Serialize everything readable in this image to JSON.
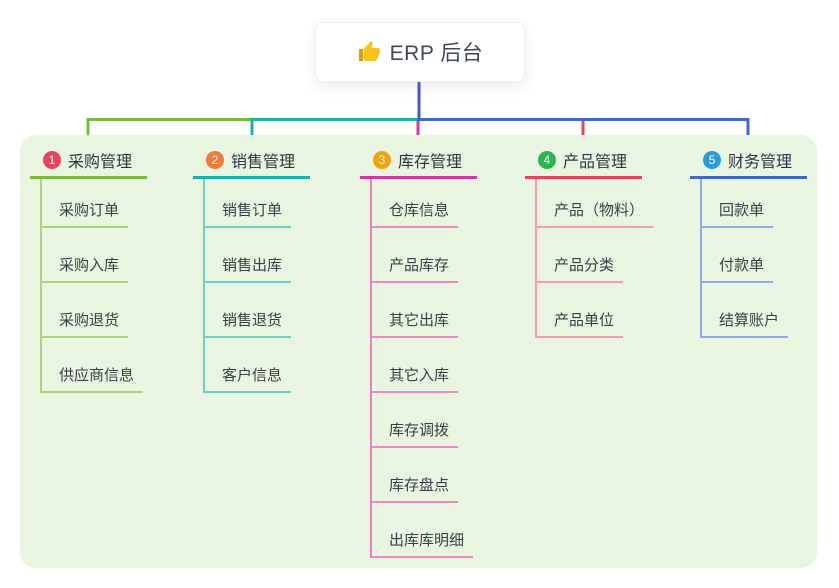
{
  "root": {
    "label": "ERP 后台",
    "icon": "thumbs-up-icon",
    "icon_colors": {
      "hand": "#f9c51d",
      "cuff": "#e8960e"
    }
  },
  "palette": {
    "canvas_bg": "#ffffff",
    "panel_bg": "#e9f5e1",
    "root_line": "#4a58c8"
  },
  "branches": [
    {
      "index": "1",
      "title": "采购管理",
      "badge_color": "#e8455c",
      "line_color": "#7cb93f",
      "child_line_color": "#a9d37e",
      "children": [
        "采购订单",
        "采购入库",
        "采购退货",
        "供应商信息"
      ]
    },
    {
      "index": "2",
      "title": "销售管理",
      "badge_color": "#f0793c",
      "line_color": "#17b3a8",
      "child_line_color": "#6fcfc8",
      "children": [
        "销售订单",
        "销售出库",
        "销售退货",
        "客户信息"
      ]
    },
    {
      "index": "3",
      "title": "库存管理",
      "badge_color": "#f3a40c",
      "line_color": "#d6379e",
      "child_line_color": "#f08ac6",
      "children": [
        "仓库信息",
        "产品库存",
        "其它出库",
        "其它入库",
        "库存调拨",
        "库存盘点",
        "出库库明细"
      ]
    },
    {
      "index": "4",
      "title": "产品管理",
      "badge_color": "#2eb44f",
      "line_color": "#ea4157",
      "child_line_color": "#f79fa8",
      "children": [
        "产品（物料）",
        "产品分类",
        "产品单位"
      ]
    },
    {
      "index": "5",
      "title": "财务管理",
      "badge_color": "#2a9ad8",
      "line_color": "#4166cd",
      "child_line_color": "#8fabe8",
      "children": [
        "回款单",
        "付款单",
        "结算账户"
      ]
    }
  ]
}
